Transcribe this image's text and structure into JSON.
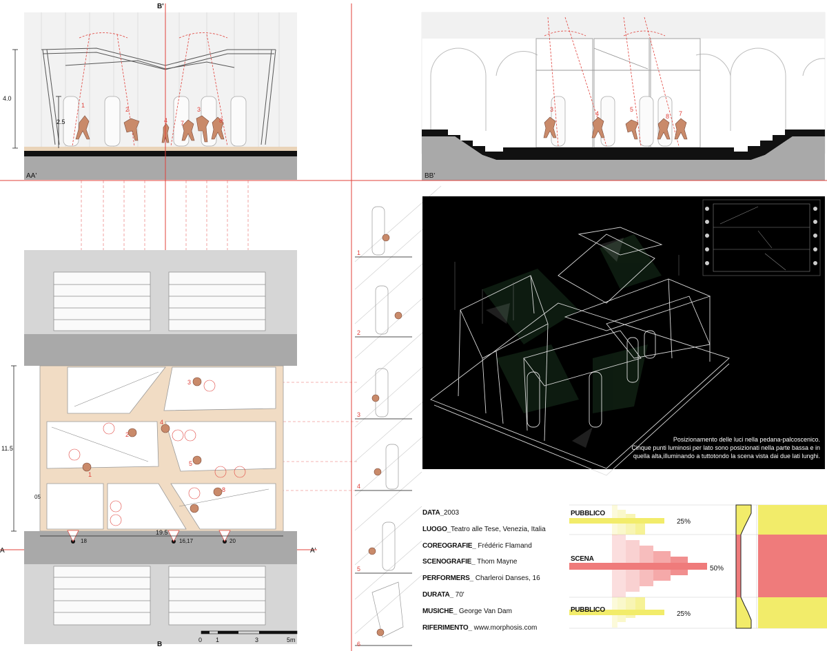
{
  "sections": {
    "aa_label": "AA'",
    "bb_label": "BB'",
    "b_top": "B'",
    "b_bottom": "B",
    "a_left": "A",
    "a_right": "A'"
  },
  "dims": {
    "h_4": "4.0",
    "h_2_5": "2.5",
    "plan_11_5": "11.5",
    "plan_19_5": "19.5",
    "code_05": "05"
  },
  "lights": {
    "l18": "18",
    "l1617": "16,17",
    "l20": "20"
  },
  "performers_numbers": [
    "1",
    "2",
    "3",
    "4",
    "5",
    "6",
    "7",
    "8"
  ],
  "sequence_numbers": [
    "1",
    "2",
    "3",
    "4",
    "5",
    "6"
  ],
  "scale": {
    "t0": "0",
    "t1": "1",
    "t3": "3",
    "t5": "5m"
  },
  "caption": {
    "line1": "Posizionamento delle luci nella pedana-palcoscenico.",
    "line2": "Cinque punti luminosi per lato sono posizionati nella parte bassa e in",
    "line3": "quella alta,illuminando a tuttotondo la scena vista dai due lati lunghi."
  },
  "info": [
    {
      "key": "DATA_",
      "value": "2003"
    },
    {
      "key": "LUOGO_",
      "value": "Teatro alle Tese, Venezia, Italia"
    },
    {
      "key": "COREOGRAFIE_",
      "value": " Frédéric Flamand"
    },
    {
      "key": "SCENOGRAFIE_",
      "value": " Thom Mayne"
    },
    {
      "key": "PERFORMERS_",
      "value": " Charleroi Danses, 16"
    },
    {
      "key": "DURATA_",
      "value": " 70'"
    },
    {
      "key": "MUSICHE_",
      "value": "  George Van Dam"
    },
    {
      "key": "RIFERIMENTO_",
      "value": " www.morphosis.com"
    }
  ],
  "distribution": {
    "pubblico_top": {
      "label": "PUBBLICO",
      "pct": "25%"
    },
    "scena": {
      "label": "SCENA",
      "pct": "50%"
    },
    "pubblico_bottom": {
      "label": "PUBBLICO",
      "pct": "25%"
    }
  },
  "colors": {
    "red_line": "#e0403a",
    "pubblico": "#f2ec6a",
    "scena": "#ef7b7b",
    "stage_wood": "#f1dcc4",
    "grey": "#c8c8c8",
    "dark_grey": "#a9a9a9"
  }
}
